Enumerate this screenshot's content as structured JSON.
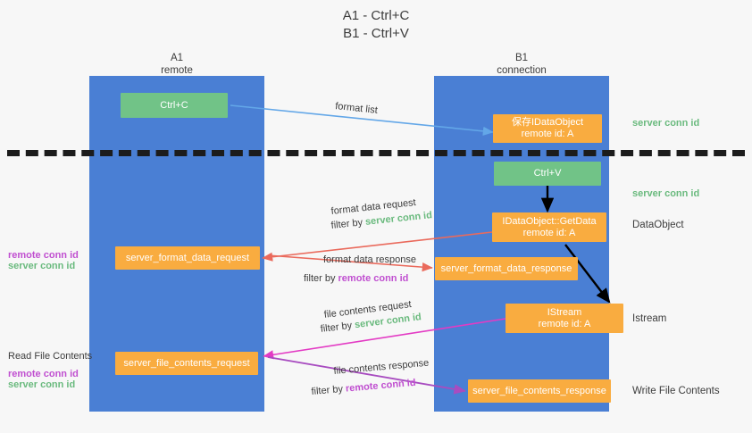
{
  "title": {
    "line1": "A1 - Ctrl+C",
    "line2": "B1 - Ctrl+V"
  },
  "lanes": [
    {
      "name": "A1",
      "sub": "remote"
    },
    {
      "name": "B1",
      "sub": "connection"
    }
  ],
  "boxes": {
    "ctrl_c": "Ctrl+C",
    "ctrl_v": "Ctrl+V",
    "idataobject_top_l1": "保存IDataObject",
    "idataobject_top_l2": "remote id: A",
    "getdata_l1": "IDataObject::GetData",
    "getdata_l2": "remote id: A",
    "istream_l1": "IStream",
    "istream_l2": "remote id: A",
    "server_format_data_request": "server_format_data_request",
    "server_format_data_response": "server_format_data_response",
    "server_file_contents_request": "server_file_contents_request",
    "server_file_contents_response": "server_file_contents_response"
  },
  "edge_labels": {
    "format_list": "format list",
    "format_data_request": "format data request",
    "format_data_response": "format data response",
    "file_contents_request": "file contents request",
    "file_contents_response": "file contents response",
    "filter_by": "filter by ",
    "server_conn_id": "server conn id",
    "remote_conn_id": "remote conn id"
  },
  "right_labels": {
    "server_conn_id_top": "server conn id",
    "server_conn_id_mid": "server conn id",
    "dataobject": "DataObject",
    "istream": "Istream",
    "write_file_contents": "Write File Contents"
  },
  "left_labels": {
    "remote_conn_id_1": "remote conn id",
    "server_conn_id_1": "server conn id",
    "read_file_contents": "Read File Contents",
    "remote_conn_id_2": "remote conn id",
    "server_conn_id_2": "server conn id"
  },
  "colors": {
    "lane": "#4a7fd4",
    "green_box": "#71c387",
    "orange_box": "#f9ac40",
    "green_text": "#6aba7e",
    "purple_text": "#c04fd0",
    "arrow_blue": "#63a7e8",
    "arrow_red": "#ea6a5c",
    "arrow_magenta": "#e33bc4",
    "arrow_purple": "#a84cc0",
    "arrow_black": "#000000",
    "divider": "#1c1c1c",
    "background": "#f7f7f7"
  }
}
